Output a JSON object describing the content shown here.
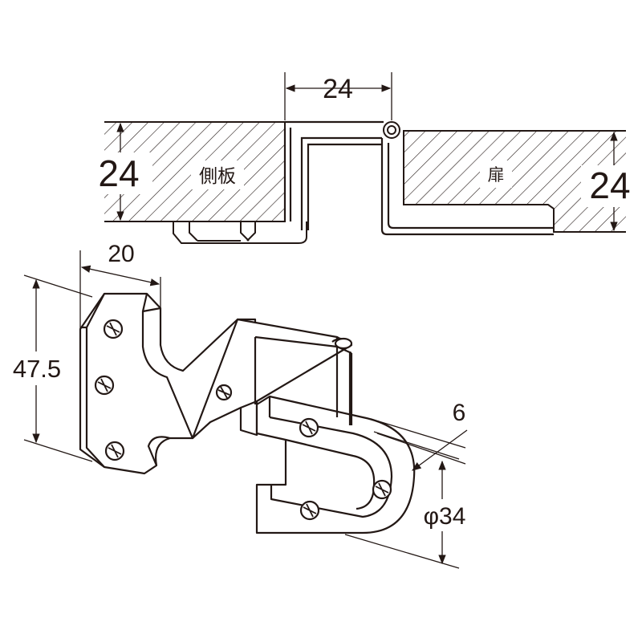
{
  "section_view": {
    "labels": {
      "side_panel": "側板",
      "door": "扉"
    },
    "dimensions": {
      "offset_width": "24",
      "side_panel_thickness": "24",
      "door_thickness": "24"
    }
  },
  "hinge_view": {
    "dimensions": {
      "plate_width": "20",
      "plate_height": "47.5",
      "knuckle_thickness": "6",
      "knuckle_diameter": "φ34"
    }
  },
  "colors": {
    "line": "#231815",
    "background": "#ffffff"
  }
}
